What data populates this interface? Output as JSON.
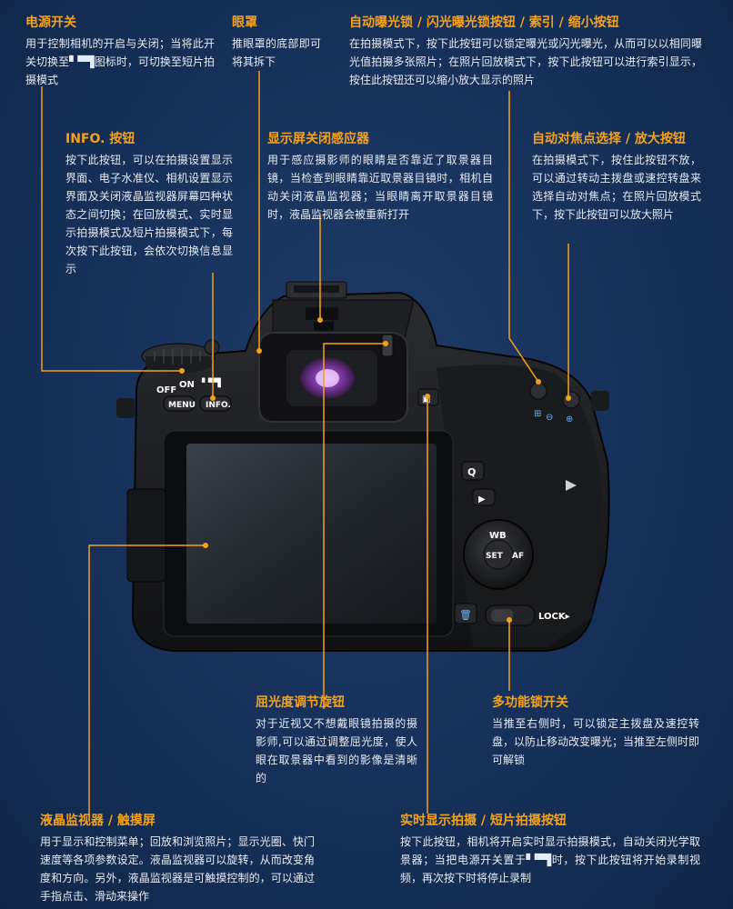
{
  "callouts": {
    "power": {
      "title": "电源开关",
      "body": "用于控制相机的开启与关闭；当将此开关切换至▘▀▜图标时，可切换至短片拍摄模式"
    },
    "eyecup": {
      "title": "眼罩",
      "body": "推眼罩的底部即可将其拆下"
    },
    "ae_lock": {
      "title": "自动曝光锁 / 闪光曝光锁按钮 / 索引 / 缩小按钮",
      "body": "在拍摄模式下，按下此按钮可以锁定曝光或闪光曝光，从而可以以相同曝光值拍摄多张照片；在照片回放模式下，按下此按钮可以进行索引显示，按住此按钮还可以缩小放大显示的照片"
    },
    "info": {
      "title": "INFO. 按钮",
      "body": "按下此按钮，可以在拍摄设置显示界面、电子水准仪、相机设置显示界面及关闭液晶监视器屏幕四种状态之间切换；在回放模式、实时显示拍摄模式及短片拍摄模式下，每次按下此按钮，会依次切换信息显示"
    },
    "sensor": {
      "title": "显示屏关闭感应器",
      "body": "用于感应摄影师的眼睛是否靠近了取景器目镜，当检查到眼睛靠近取景器目镜时，相机自动关闭液晶监视器；当眼睛离开取景器目镜时，液晶监视器会被重新打开"
    },
    "af_point": {
      "title": "自动对焦点选择 / 放大按钮",
      "body": "在拍摄模式下，按住此按钮不放，可以通过转动主拨盘或速控转盘来选择自动对焦点；在照片回放模式下，按下此按钮可以放大照片"
    },
    "diopter": {
      "title": "屈光度调节旋钮",
      "body": "对于近视又不想戴眼镜拍摄的摄影师,可以通过调整屈光度，使人眼在取景器中看到的影像是清晰的"
    },
    "lock": {
      "title": "多功能锁开关",
      "body": "当推至右侧时，可以锁定主拨盘及速控转盘，以防止移动改变曝光；当推至左侧时即可解锁"
    },
    "lcd": {
      "title": "液晶监视器 / 触摸屏",
      "body": "用于显示和控制菜单；回放和浏览照片；显示光圈、快门速度等各项参数设定。液晶监视器可以旋转，从而改变角度和方向。另外，液晶监视器是可触摸控制的，可以通过手指点击、滑动来操作"
    },
    "liveview": {
      "title": "实时显示拍摄 / 短片拍摄按钮",
      "body": "按下此按钮，相机将开启实时显示拍摄模式，自动关闭光学取景器；当把电源开关置于▘▀▜时，按下此按钮将开始录制视频，再次按下时将停止录制"
    }
  },
  "camera": {
    "off": "OFF",
    "on": "ON",
    "movie": "▘▀▜",
    "menu": "MENU",
    "info": "INFO.",
    "q": "Q",
    "wb": "WB",
    "set": "SET",
    "af": "AF",
    "lock": "LOCK▸"
  },
  "colors": {
    "accent": "#f5a21b",
    "background": "#16305a"
  }
}
